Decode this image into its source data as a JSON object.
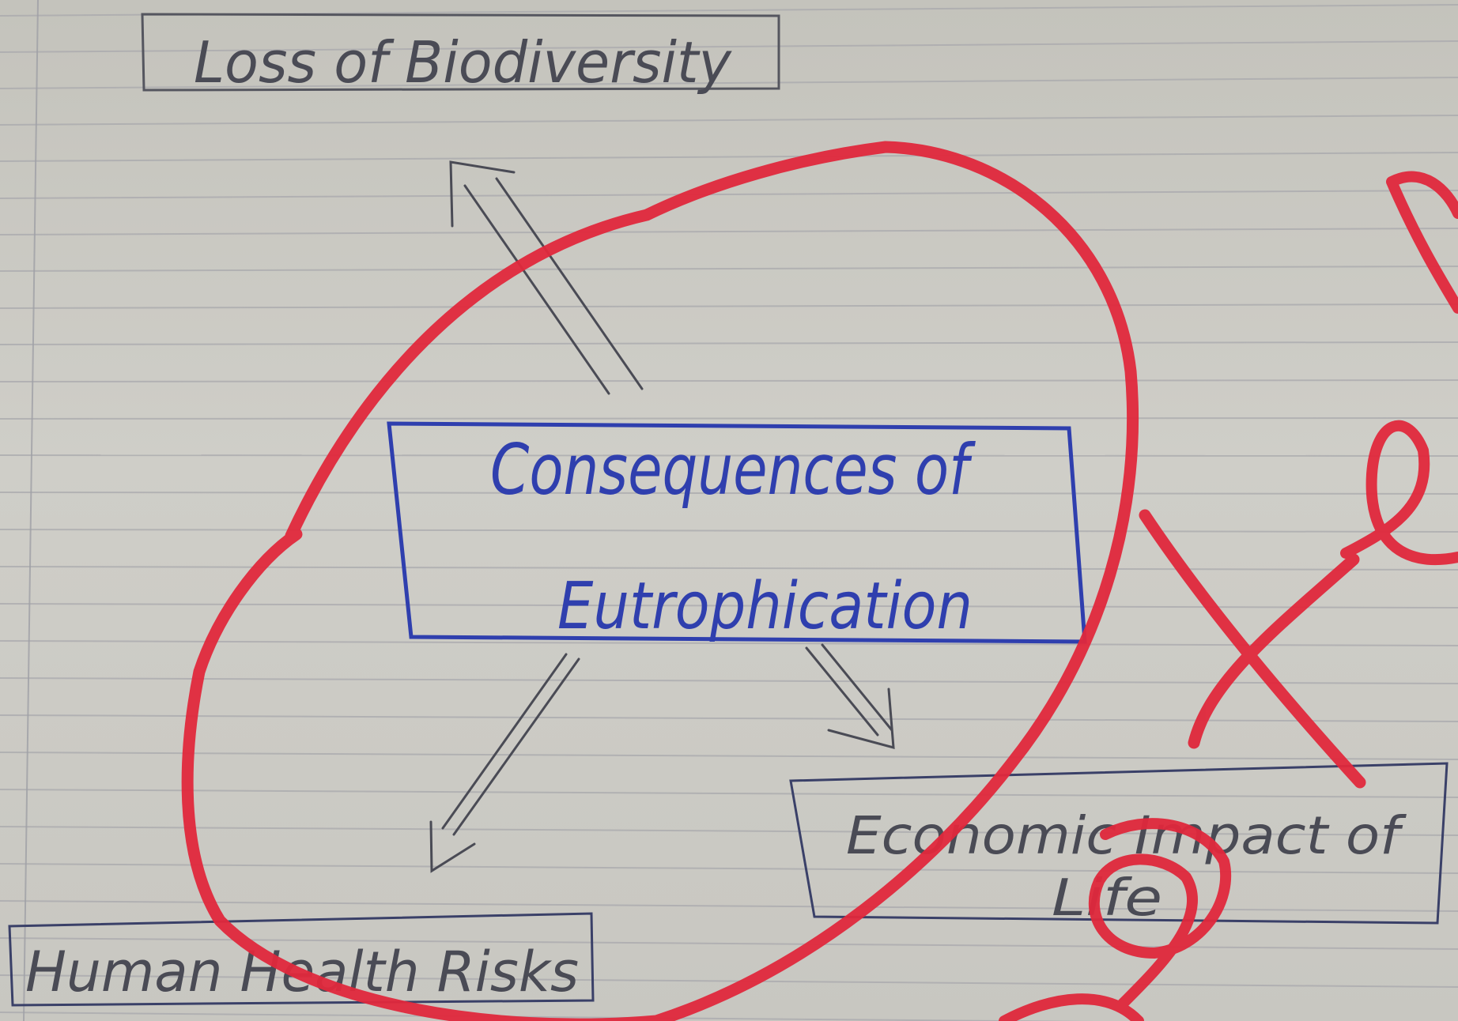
{
  "central_node": {
    "line1": "Consequences of",
    "line2": "Eutrophication"
  },
  "nodes": [
    {
      "id": "biodiversity",
      "label": "Loss of Biodiversity"
    },
    {
      "id": "health",
      "label": "Human Health Risks"
    },
    {
      "id": "economic",
      "label_line1": "Economic Impact of",
      "label_line2": "Life"
    }
  ],
  "colors": {
    "paper": "#cfcec8",
    "rule_line": "#a9a9ad",
    "pencil": "#4a4b55",
    "blue_ink": "#2f3fae",
    "red_marker": "#e0283c"
  }
}
